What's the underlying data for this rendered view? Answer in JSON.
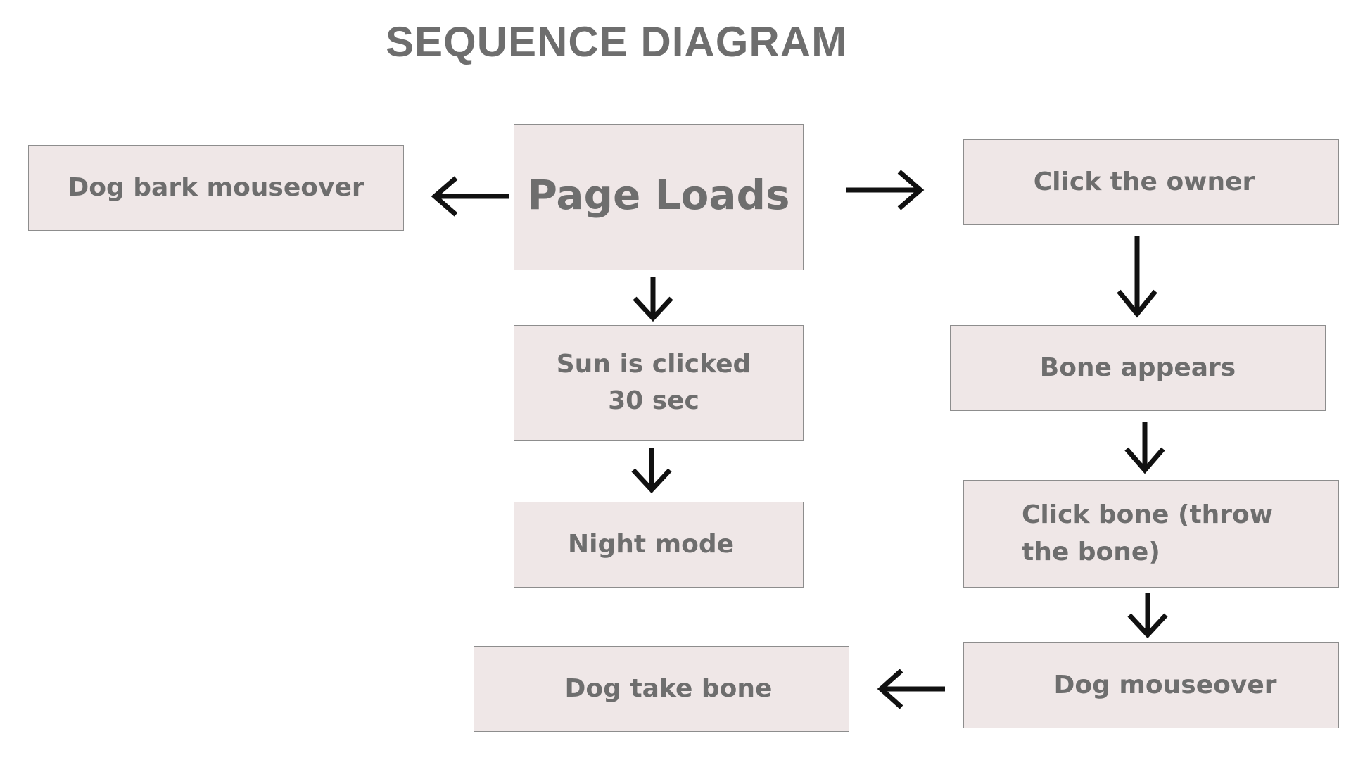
{
  "title": "SEQUENCE DIAGRAM",
  "nodes": {
    "page_loads": "Page Loads",
    "dog_bark": "Dog bark mouseover",
    "click_owner": "Click the owner",
    "sun_clicked": {
      "line1": "Sun is clicked",
      "line2": "30 sec"
    },
    "bone_appears": "Bone appears",
    "night_mode": "Night mode",
    "click_bone": {
      "line1": "Click bone (throw",
      "line2": "the bone)"
    },
    "dog_mouseover": "Dog mouseover",
    "dog_take_bone": "Dog take bone"
  },
  "colors": {
    "box_fill": "#efe7e7",
    "box_border": "#8d8d8d",
    "text": "#6e6e6e",
    "arrow": "#111111"
  }
}
